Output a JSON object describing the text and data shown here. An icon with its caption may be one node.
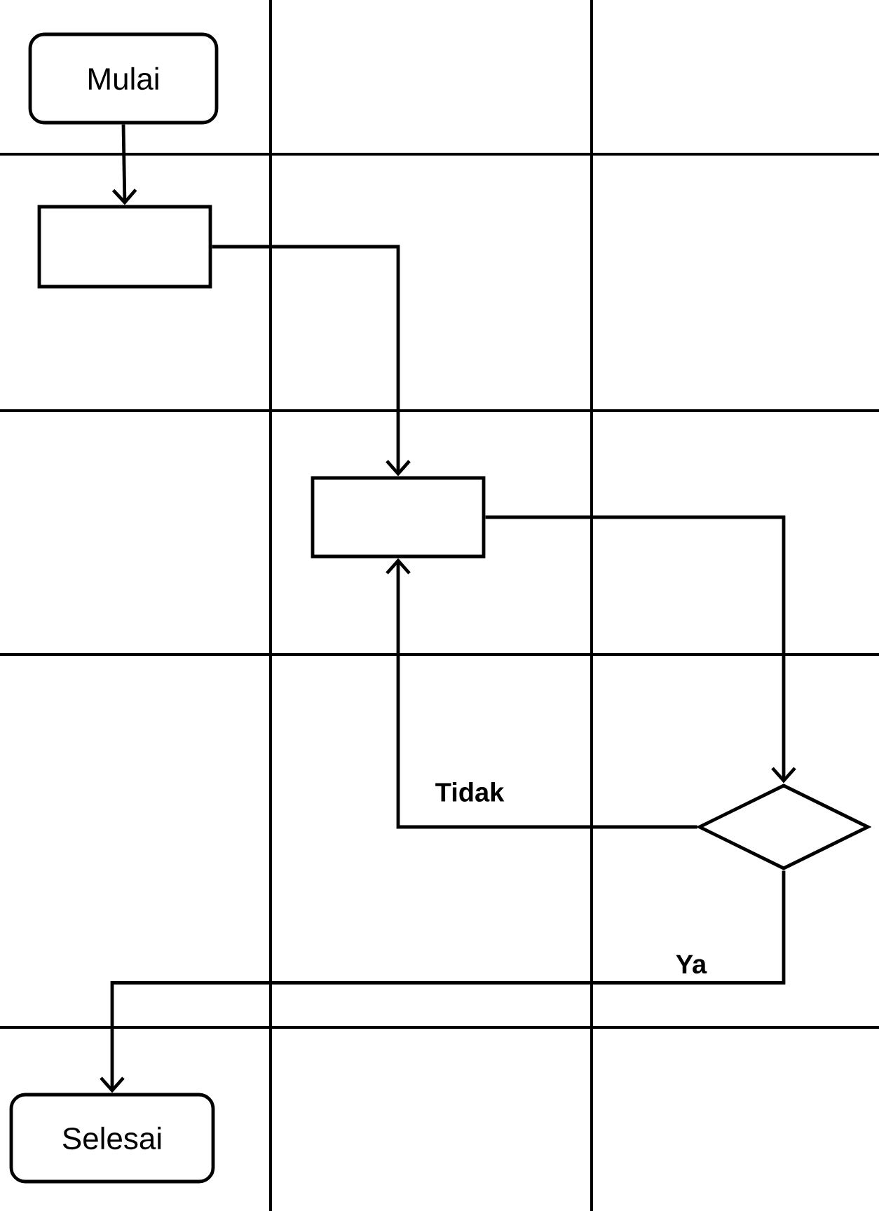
{
  "diagram": {
    "nodes": [
      {
        "text": [
          "Mulai"
        ]
      },
      {
        "text": [],
        "shape": "box"
      },
      {
        "text": [],
        "shape": "box"
      },
      {
        "text": [],
        "shape": "diamond"
      },
      {
        "text": [
          "Selesai"
        ]
      }
    ],
    "edges": [
      {
        "from": 0,
        "to": 1,
        "arrow": "to"
      },
      {
        "from": 1,
        "to": 2,
        "arrow": "to"
      },
      {
        "from": 2,
        "to": 3,
        "arrow": "to"
      },
      {
        "from": 3,
        "to": 2,
        "arrow": "to",
        "label": "Tidak"
      },
      {
        "from": 3,
        "to": 4,
        "arrow": "to",
        "label": "Ya"
      }
    ]
  }
}
